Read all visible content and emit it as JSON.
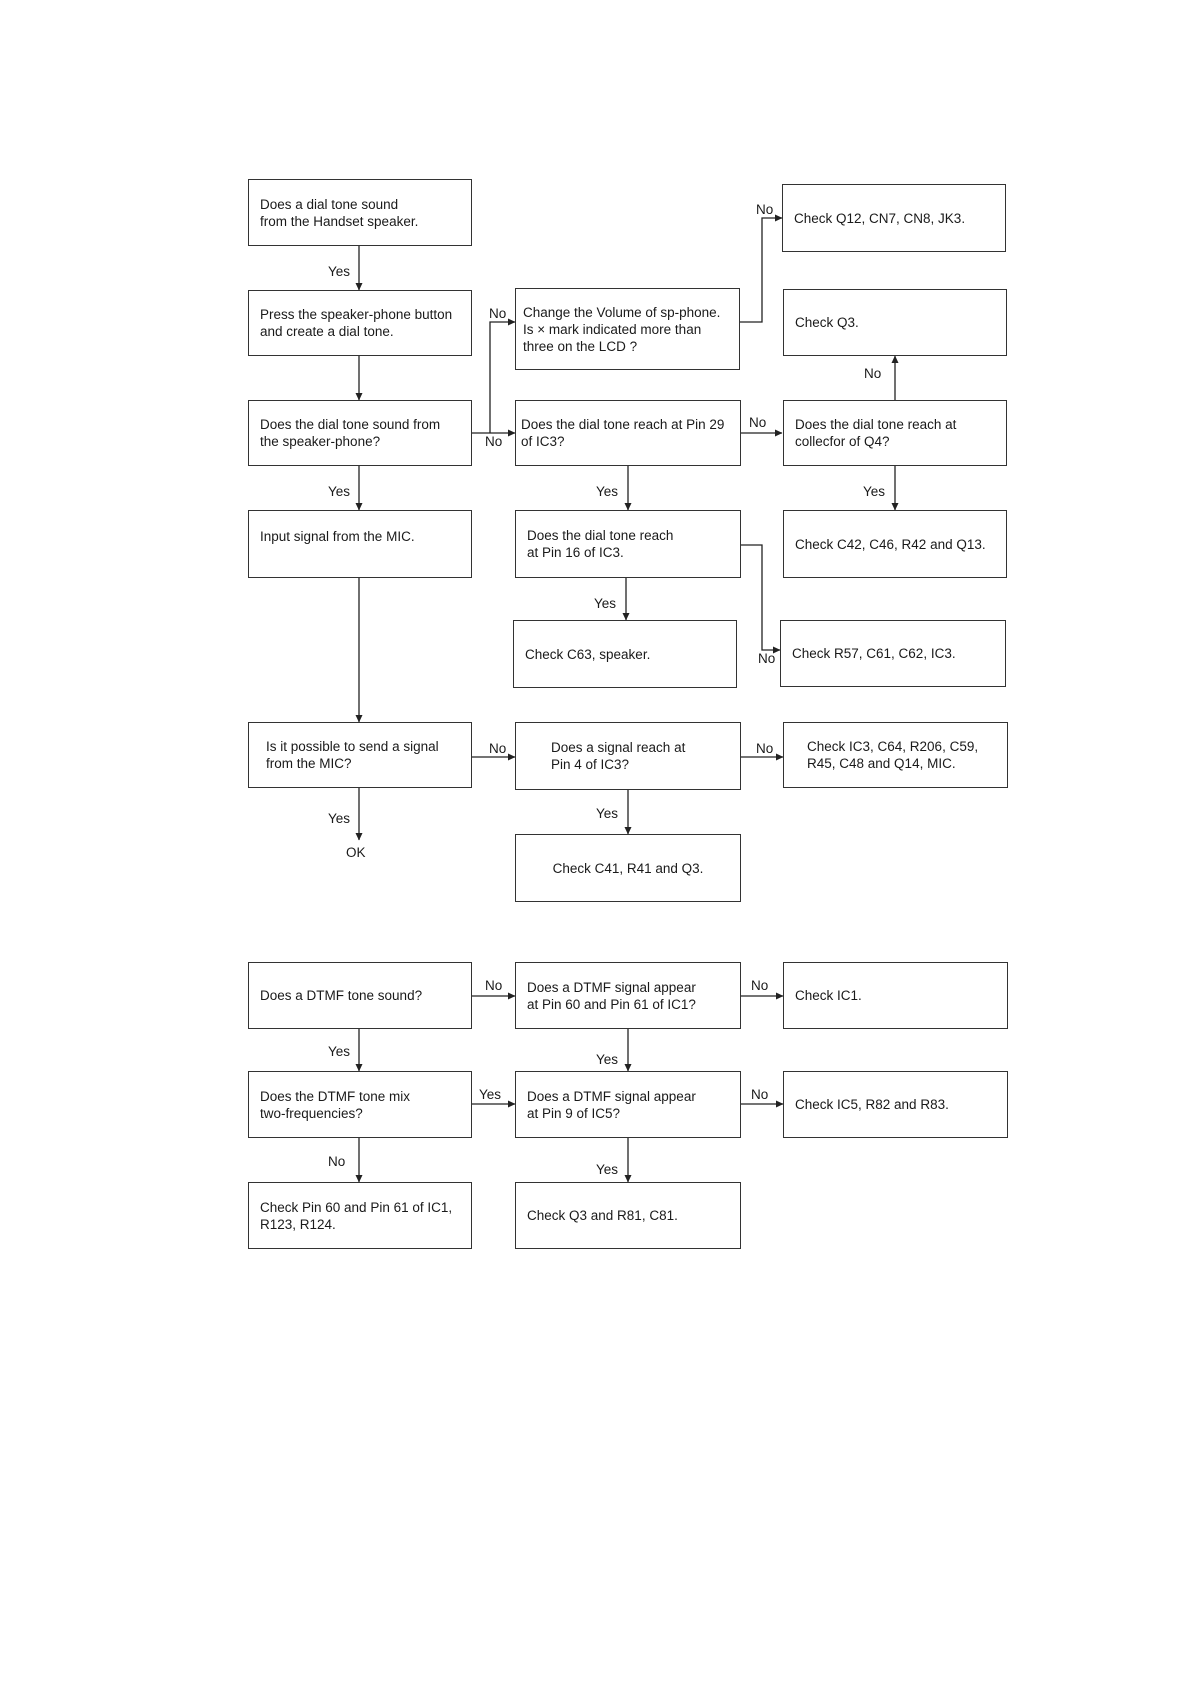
{
  "boxes": {
    "q_handset": "Does a dial tone sound\nfrom the Handset speaker.",
    "check_q12": "Check Q12, CN7, CN8, JK3.",
    "press_sp": "Press the speaker-phone button\nand create a dial tone.",
    "change_volume": "Change the Volume of sp-phone.\nIs × mark indicated more than\nthree on the LCD ?",
    "check_q3_top": "Check Q3.",
    "q_sp_phone": "Does the dial tone sound from\nthe speaker-phone?",
    "q_pin29": "Does the dial tone reach at Pin 29\nof IC3?",
    "q_q4": "Does the dial tone reach at\ncollecfor of Q4?",
    "input_mic": "Input signal from the MIC.",
    "q_pin16": "Does the dial tone reach\nat Pin 16 of IC3.",
    "check_c42": "Check C42, C46, R42 and Q13.",
    "check_c63": "Check C63, speaker.",
    "check_r57": "Check R57, C61, C62, IC3.",
    "q_send_mic": "Is it possible to send a signal\nfrom the MIC?",
    "q_pin4": "Does a signal reach at\nPin 4 of IC3?",
    "check_ic3_c64": "Check IC3, C64, R206, C59,\nR45, C48 and Q14, MIC.",
    "check_c41": "Check C41, R41 and Q3.",
    "q_dtmf_sound": "Does a DTMF tone sound?",
    "q_dtmf_pin60": "Does a DTMF signal appear\nat Pin 60 and Pin 61 of IC1?",
    "check_ic1": "Check IC1.",
    "q_dtmf_mix": "Does the DTMF tone mix\ntwo-frequencies?",
    "q_dtmf_pin9": "Does a DTMF signal appear\nat Pin 9 of IC5?",
    "check_ic5": "Check IC5, R82 and R83.",
    "check_pin60": "Check Pin 60 and Pin 61 of IC1,\nR123, R124.",
    "check_q3_r81": "Check Q3 and R81, C81."
  },
  "labels": {
    "yes": "Yes",
    "no": "No",
    "ok": "OK"
  }
}
